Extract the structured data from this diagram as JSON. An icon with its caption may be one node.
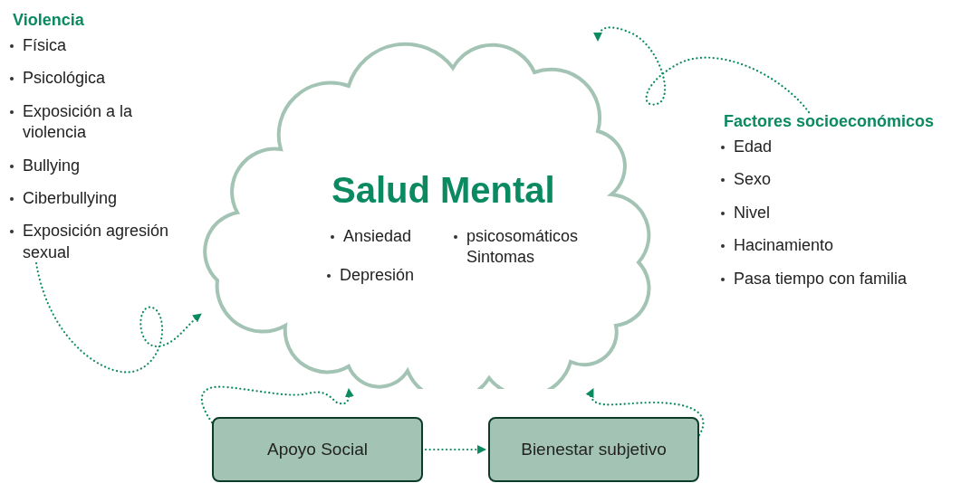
{
  "diagram": {
    "nodes": [
      {
        "text": [
          "Violencia",
          "Física",
          "Psicológica",
          "Exposición a la violencia",
          "Bullying",
          "Ciberbullying",
          "Exposición agresión sexual"
        ]
      },
      {
        "text": [
          "Salud Mental",
          "Ansiedad",
          "Depresión",
          "psicosomáticos Sintomas"
        ]
      },
      {
        "text": [
          "Factores socioeconómicos",
          "Edad",
          "Sexo",
          "Nivel",
          "Hacinamiento",
          "Pasa tiempo con familia"
        ]
      },
      {
        "text": [
          "Apoyo Social"
        ]
      },
      {
        "text": [
          "Bienestar subjetivo"
        ]
      }
    ],
    "edges": [
      {
        "from": 0,
        "to": 1,
        "arrow": "to"
      },
      {
        "from": 2,
        "to": 1,
        "arrow": "to"
      },
      {
        "from": 3,
        "to": 4,
        "arrow": "to"
      },
      {
        "from": 3,
        "to": 1,
        "arrow": "to"
      },
      {
        "from": 4,
        "to": 1,
        "arrow": "to"
      }
    ]
  }
}
